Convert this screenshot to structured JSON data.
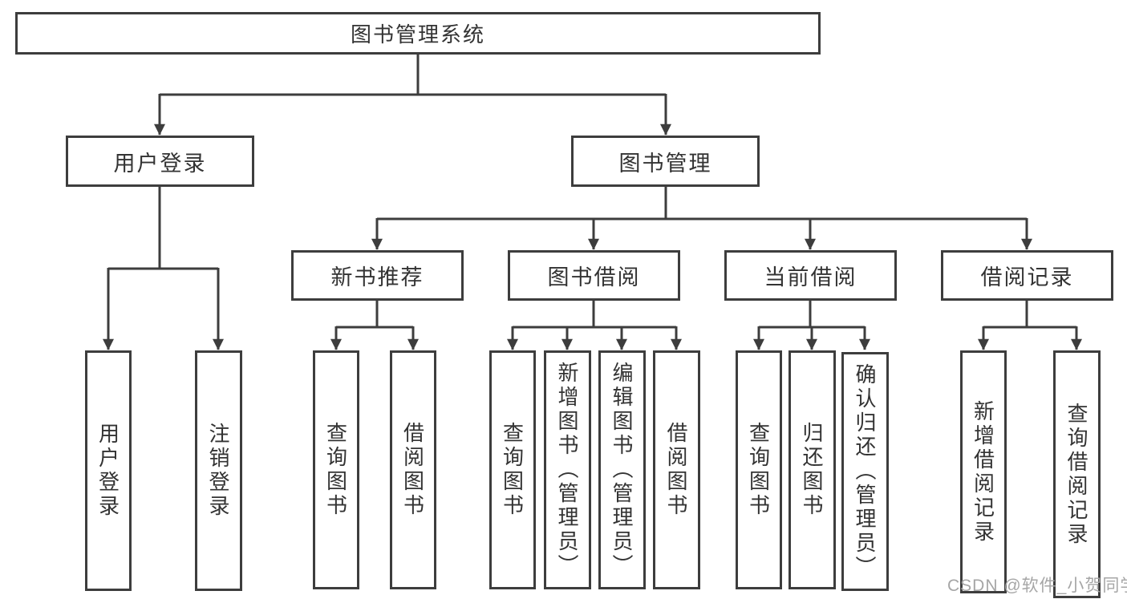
{
  "colors": {
    "line": "#3d3d3d",
    "box_border": "#3d3d3d",
    "text": "#333333",
    "watermark": "#a6a6a6",
    "background": "#ffffff"
  },
  "watermark": "CSDN @软件_小贺同学",
  "tree": {
    "root": "图书管理系统",
    "login_branch": {
      "label": "用户登录",
      "children": [
        "用户登录",
        "注销登录"
      ]
    },
    "mgmt_branch": {
      "label": "图书管理",
      "groups": [
        {
          "label": "新书推荐",
          "children": [
            "查询图书",
            "借阅图书"
          ]
        },
        {
          "label": "图书借阅",
          "children": [
            "查询图书",
            "新增图书（管理员）",
            "编辑图书（管理员）",
            "借阅图书"
          ]
        },
        {
          "label": "当前借阅",
          "children": [
            "查询图书",
            "归还图书",
            "确认归还（管理员）"
          ]
        },
        {
          "label": "借阅记录",
          "children": [
            "新增借阅记录",
            "查询借阅记录"
          ]
        }
      ]
    }
  }
}
